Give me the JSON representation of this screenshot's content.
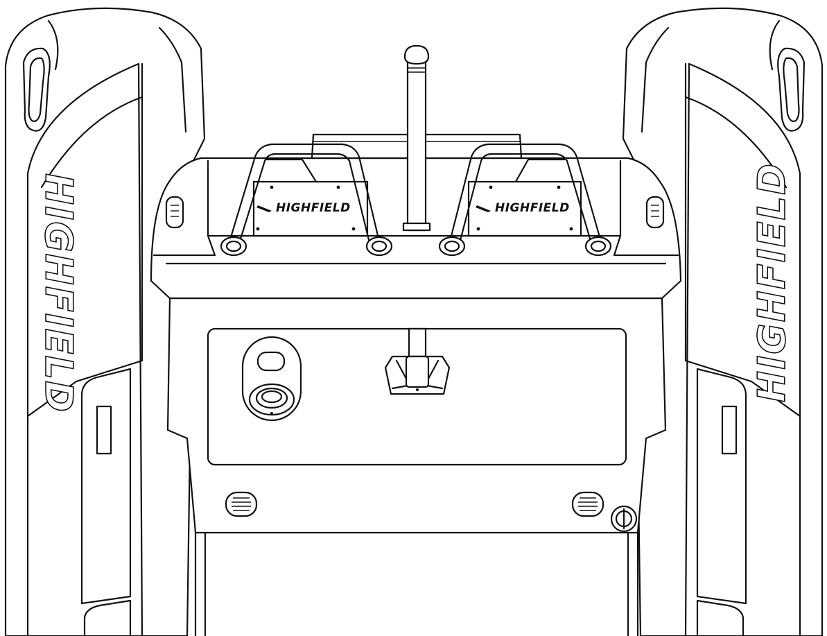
{
  "brand": {
    "tube_left_text": "HIGHFIELD",
    "tube_right_text": "HIGHFIELD",
    "plate_left_text": "HIGHFIELD",
    "plate_right_text": "HIGHFIELD"
  },
  "colors": {
    "line": "#111111",
    "fill": "#ffffff"
  }
}
